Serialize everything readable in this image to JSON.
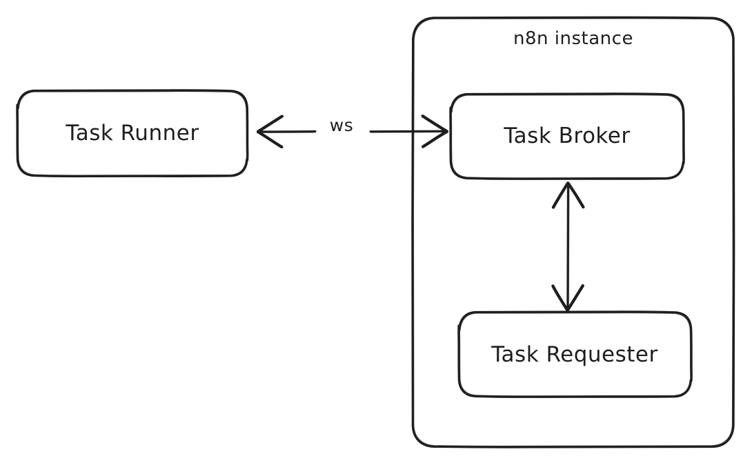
{
  "diagram": {
    "type": "architecture-diagram",
    "style": "hand-drawn",
    "background_color": "#ffffff",
    "stroke_color": "#1e1e1e",
    "container": {
      "label": "n8n instance",
      "name": "n8n-instance-container"
    },
    "nodes": [
      {
        "id": "task-runner",
        "label": "Task Runner",
        "inside_container": false
      },
      {
        "id": "task-broker",
        "label": "Task Broker",
        "inside_container": true
      },
      {
        "id": "task-requester",
        "label": "Task Requester",
        "inside_container": true
      }
    ],
    "connections": [
      {
        "id": "runner-broker",
        "from": "task-runner",
        "to": "task-broker",
        "label": "ws",
        "direction": "bidirectional",
        "orientation": "horizontal"
      },
      {
        "id": "broker-requester",
        "from": "task-broker",
        "to": "task-requester",
        "label": "",
        "direction": "bidirectional",
        "orientation": "vertical"
      }
    ]
  }
}
